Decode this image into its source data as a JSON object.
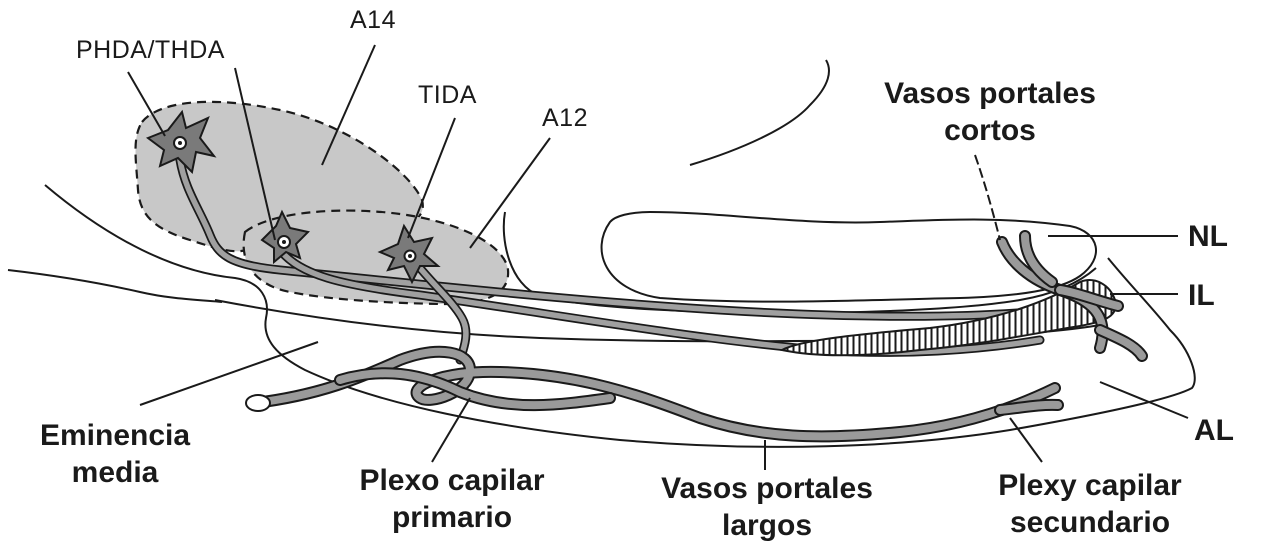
{
  "labels": {
    "phda_thda": "PHDA/THDA",
    "a14": "A14",
    "tida": "TIDA",
    "a12": "A12",
    "vasos_portales_cortos_1": "Vasos portales",
    "vasos_portales_cortos_2": "cortos",
    "nl": "NL",
    "il": "IL",
    "al": "AL",
    "eminencia_1": "Eminencia",
    "eminencia_2": "media",
    "plexo_primario_1": "Plexo capilar",
    "plexo_primario_2": "primario",
    "vasos_largos_1": "Vasos portales",
    "vasos_largos_2": "largos",
    "plexy_secundario_1": "Plexy capilar",
    "plexy_secundario_2": "secundario"
  },
  "colors": {
    "ink": "#1a1a1a",
    "nucleus_fill": "#c8c8c8",
    "vessel_fill": "#9a9a9a",
    "background": "#ffffff"
  }
}
